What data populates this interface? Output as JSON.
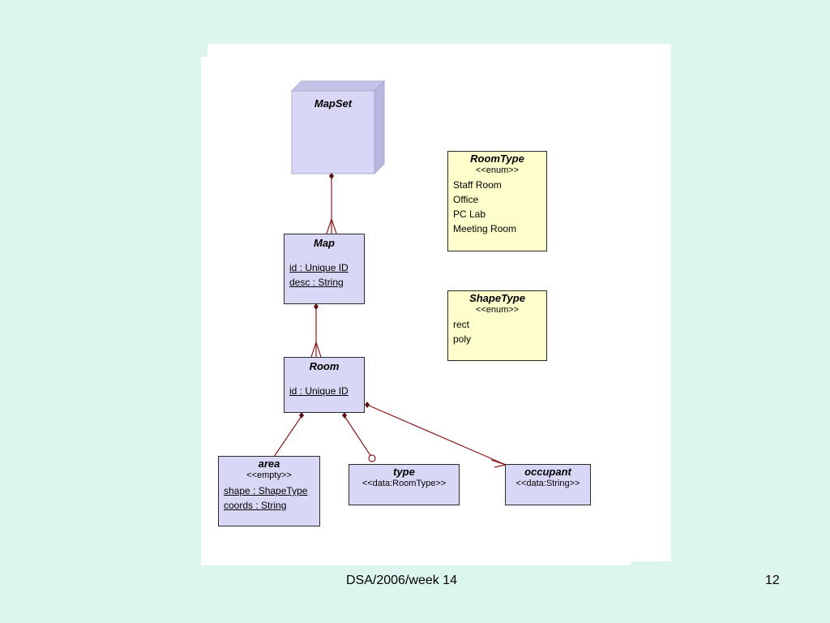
{
  "diagram": {
    "mapset": {
      "title": "MapSet"
    },
    "map": {
      "title": "Map",
      "attributes": [
        "id : Unique ID",
        "desc : String"
      ]
    },
    "room": {
      "title": "Room",
      "attributes": [
        "id : Unique ID"
      ]
    },
    "area": {
      "title": "area",
      "stereotype": "<<empty>>",
      "attributes": [
        "shape : ShapeType",
        "coords : String"
      ]
    },
    "type": {
      "title": "type",
      "stereotype": "<<data:RoomType>>"
    },
    "occupant": {
      "title": "occupant",
      "stereotype": "<<data:String>>"
    },
    "roomtype": {
      "title": "RoomType",
      "stereotype": "<<enum>>",
      "literals": [
        "Staff Room",
        "Office",
        "PC Lab",
        "Meeting Room"
      ]
    },
    "shapetype": {
      "title": "ShapeType",
      "stereotype": "<<enum>>",
      "literals": [
        "rect",
        "poly"
      ]
    }
  },
  "footer": {
    "course": "DSA/2006/week 14",
    "page": "12"
  },
  "colors": {
    "class_fill": "#d8d8f6",
    "enum_fill": "#ffffcc",
    "link": "#8b1a1a",
    "background": "#dcf5ef"
  }
}
